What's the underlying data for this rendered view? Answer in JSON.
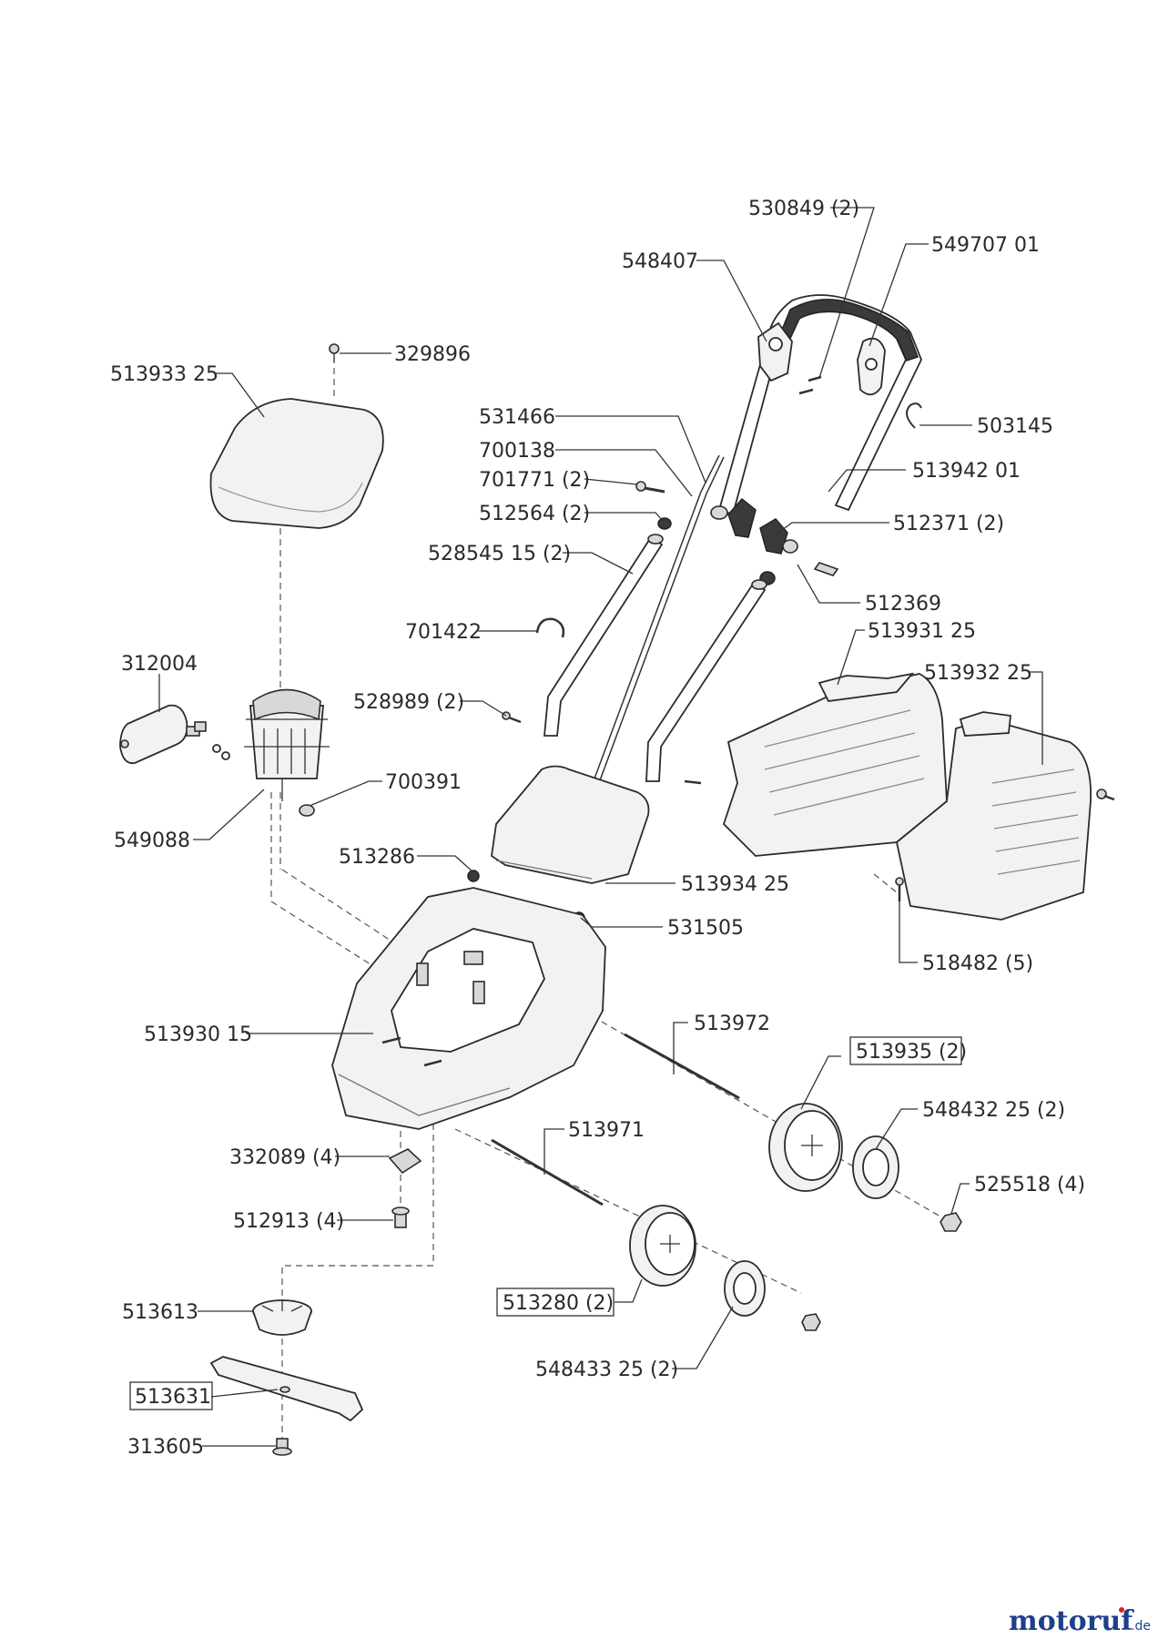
{
  "labels": {
    "p530849": "530849 (2)",
    "p548407": "548407",
    "p549707": "549707 01",
    "p329896": "329896",
    "p513933": "513933 25",
    "p531466": "531466",
    "p503145": "503145",
    "p700138": "700138",
    "p701771": "701771 (2)",
    "p513942": "513942 01",
    "p512564": "512564 (2)",
    "p512371": "512371 (2)",
    "p528545": "528545 15 (2)",
    "p512369": "512369",
    "p701422": "701422",
    "p513931": "513931 25",
    "p312004": "312004",
    "p513932": "513932 25",
    "p528989": "528989 (2)",
    "p700391": "700391",
    "p549088": "549088",
    "p513286": "513286",
    "p513934": "513934 25",
    "p531505": "531505",
    "p518482": "518482 (5)",
    "p513930": "513930 15",
    "p513972": "513972",
    "p513935": "513935 (2)",
    "p548432": "548432 25 (2)",
    "p513971": "513971",
    "p332089": "332089 (4)",
    "p525518": "525518 (4)",
    "p512913": "512913 (4)",
    "p513613": "513613",
    "p513280": "513280 (2)",
    "p513631": "513631",
    "p548433": "548433 25 (2)",
    "p313605": "313605"
  },
  "brand": {
    "name": "motoruf",
    "suffix": ".de",
    "color_main": "#1f3f8a",
    "color_accent": "#d8262e"
  }
}
